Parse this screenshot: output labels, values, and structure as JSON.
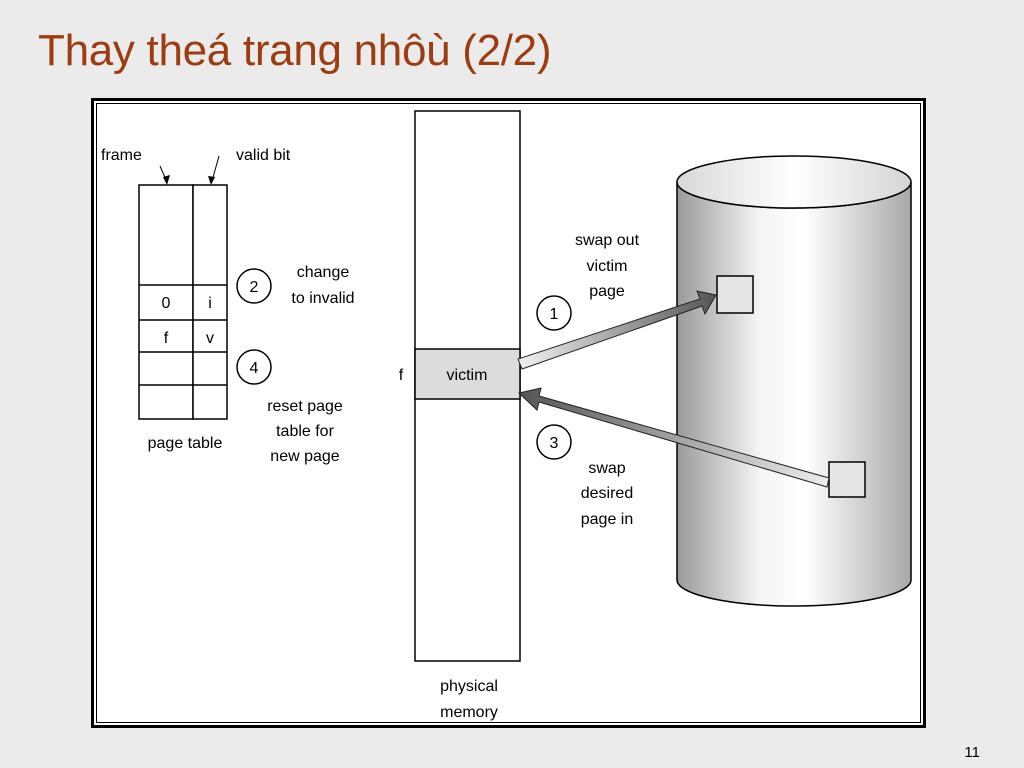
{
  "slide": {
    "title": "Thay theá trang nhôù (2/2)",
    "page_number": "11",
    "title_color": "#9c3c10"
  },
  "page_table": {
    "frame_label": "frame",
    "valid_bit_label": "valid bit",
    "caption": "page table",
    "rows": [
      {
        "frame": "",
        "valid": ""
      },
      {
        "frame": "0",
        "valid": "i"
      },
      {
        "frame": "f",
        "valid": "v"
      },
      {
        "frame": "",
        "valid": ""
      },
      {
        "frame": "",
        "valid": ""
      }
    ]
  },
  "physical_memory": {
    "caption_line1": "physical",
    "caption_line2": "memory",
    "frame_label": "f",
    "victim_label": "victim"
  },
  "steps": [
    {
      "number": "1",
      "lines": [
        "swap out",
        "victim",
        "page"
      ]
    },
    {
      "number": "2",
      "lines": [
        "change",
        "to invalid"
      ]
    },
    {
      "number": "3",
      "lines": [
        "swap",
        "desired",
        "page in"
      ]
    },
    {
      "number": "4",
      "lines": [
        "reset page",
        "table for",
        "new page"
      ]
    }
  ]
}
